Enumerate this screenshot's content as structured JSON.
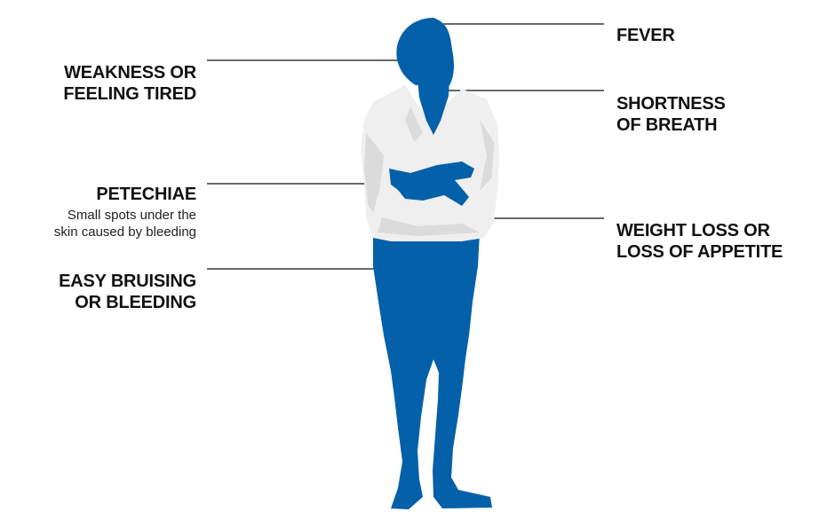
{
  "colors": {
    "body": "#0460a9",
    "shirt": "#efefef",
    "shirt_shadow": "#cfcfcf",
    "leader_line": "#111111",
    "text": "#111111"
  },
  "labels": {
    "fever": [
      "FEVER"
    ],
    "weakness": [
      "WEAKNESS OR",
      "FEELING TIRED"
    ],
    "shortness": [
      "SHORTNESS",
      "OF BREATH"
    ],
    "petechiae": [
      "PETECHIAE"
    ],
    "petechiae_desc": [
      "Small spots under the",
      "skin caused by bleeding"
    ],
    "weight_loss": [
      "WEIGHT LOSS OR",
      "LOSS OF APPETITE"
    ],
    "bruising": [
      "EASY BRUISING",
      "OR BLEEDING"
    ]
  }
}
